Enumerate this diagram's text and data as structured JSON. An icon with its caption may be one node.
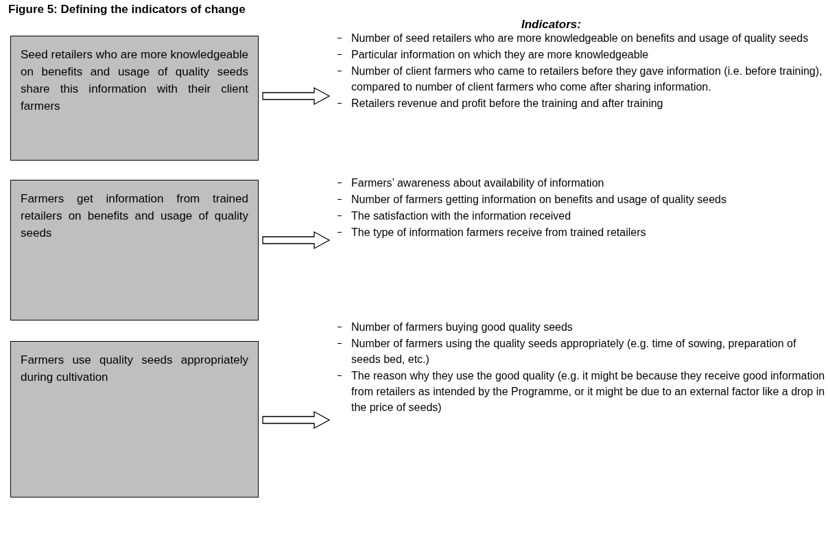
{
  "diagram": {
    "title": "Figure 5: Defining the indicators of change",
    "nodes": [
      {
        "text": [
          "Seed retailers who are more knowledgeable on benefits and usage of quality seeds share this information with their client farmers"
        ]
      },
      {
        "text": [
          "Number of seed retailers who are more knowledgeable on benefits and usage of quality seeds",
          "Particular information on which they are more knowledgeable",
          "Number of client farmers who came to retailers before they gave information (i.e. before training), compared to number of client farmers who come after sharing information.",
          "Retailers revenue and profit before the training and after training"
        ]
      },
      {
        "text": [
          "Farmers get information from trained retailers on benefits and usage of quality seeds"
        ]
      },
      {
        "text": [
          "Farmers’ awareness about availability of information",
          "Number of farmers getting information on benefits and usage of quality seeds",
          "The satisfaction with the information received",
          "The type of information farmers receive from trained retailers"
        ]
      },
      {
        "text": [
          "Farmers use quality seeds appropriately during cultivation"
        ]
      },
      {
        "text": [
          "Number of farmers buying good quality seeds",
          "Number of farmers using the quality seeds appropriately (e.g. time of sowing, preparation of seeds bed, etc.)",
          "The reason why they use the good quality (e.g. it might be because they receive good information from retailers as intended by the Programme, or it might be due to an external factor like a drop in the price of seeds)"
        ]
      }
    ],
    "edges": [
      {
        "from": 0,
        "to": 1,
        "arrow": "to"
      },
      {
        "from": 2,
        "to": 3,
        "arrow": "to"
      },
      {
        "from": 4,
        "to": 5,
        "arrow": "to"
      }
    ],
    "labels": [
      "Indicators:"
    ]
  }
}
